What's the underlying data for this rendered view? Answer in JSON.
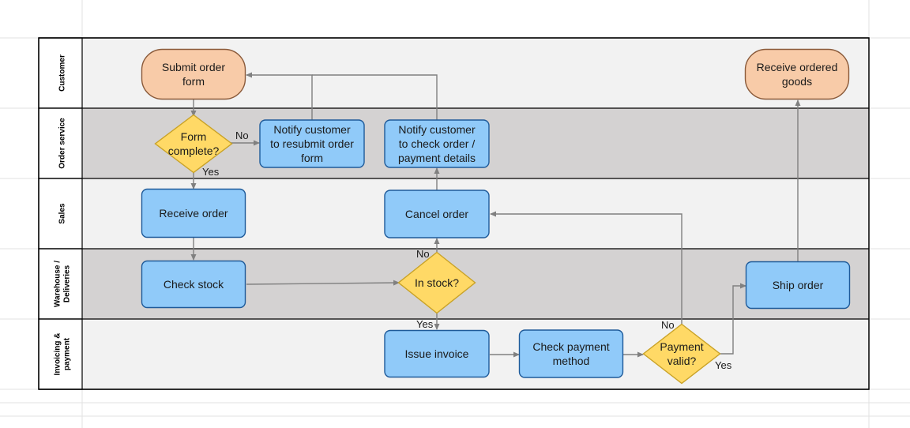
{
  "colors": {
    "lane_light": "#f2f2f2",
    "lane_dark": "#d4d2d2",
    "process_fill": "#90caf9",
    "process_stroke": "#1e5a99",
    "terminal_fill": "#f8cba8",
    "terminal_stroke": "#8a5a3a",
    "decision_fill": "#ffd966",
    "decision_stroke": "#c9a227",
    "edge": "#808080",
    "border": "#000000",
    "sheet_grid": "#e2e2e2"
  },
  "lanes": [
    {
      "label_lines": [
        "Customer"
      ],
      "shade": "light"
    },
    {
      "label_lines": [
        "Order service"
      ],
      "shade": "dark"
    },
    {
      "label_lines": [
        "Sales"
      ],
      "shade": "light"
    },
    {
      "label_lines": [
        "Warehouse /",
        "Deliveries"
      ],
      "shade": "dark"
    },
    {
      "label_lines": [
        "Invoicing &",
        "payment"
      ],
      "shade": "light"
    }
  ],
  "nodes": {
    "submit_order": {
      "lines": [
        "Submit order",
        "form"
      ]
    },
    "receive_goods": {
      "lines": [
        "Receive ordered",
        "goods"
      ]
    },
    "form_complete": {
      "lines": [
        "Form",
        "complete?"
      ]
    },
    "notify_resubmit": {
      "lines": [
        "Notify customer",
        "to resubmit order",
        "form"
      ]
    },
    "notify_check": {
      "lines": [
        "Notify customer",
        "to check order /",
        "payment details"
      ]
    },
    "receive_order": {
      "lines": [
        "Receive order"
      ]
    },
    "cancel_order": {
      "lines": [
        "Cancel order"
      ]
    },
    "check_stock": {
      "lines": [
        "Check stock"
      ]
    },
    "in_stock": {
      "lines": [
        "In stock?"
      ]
    },
    "ship_order": {
      "lines": [
        "Ship order"
      ]
    },
    "issue_invoice": {
      "lines": [
        "Issue invoice"
      ]
    },
    "check_payment": {
      "lines": [
        "Check payment",
        "method"
      ]
    },
    "payment_valid": {
      "lines": [
        "Payment",
        "valid?"
      ]
    }
  },
  "edge_labels": {
    "form_no": "No",
    "form_yes": "Yes",
    "stock_no": "No",
    "stock_yes": "Yes",
    "payment_no": "No",
    "payment_yes": "Yes"
  }
}
